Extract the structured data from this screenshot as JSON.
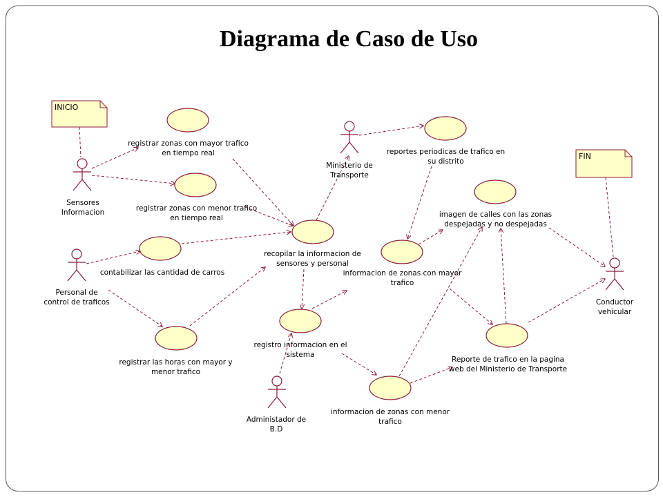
{
  "title": "Diagrama de Caso de Uso",
  "colors": {
    "line": "#8b1a3a",
    "usecase_fill": "#ffffc8",
    "note_fill": "#ffffc8",
    "actor_stroke": "#8b1a3a"
  },
  "notes": {
    "start": "INICIO",
    "end": "FIN"
  },
  "actors": {
    "sensores": [
      "Sensores",
      "Informacion"
    ],
    "personal": [
      "Personal de",
      "control de traficos"
    ],
    "ministerio": [
      "Ministerio de",
      "Transporte"
    ],
    "administrador": [
      "Administador de",
      "B.D"
    ],
    "conductor": [
      "Conductor",
      "vehicular"
    ]
  },
  "usecases": {
    "mayor_tiempo_real": [
      "registrar zonas con mayor trafico",
      "en tiempo real"
    ],
    "menor_tiempo_real": [
      "registrar zonas con menor trafico",
      "en tiempo real"
    ],
    "contabilizar": [
      "contabilizar las cantidad de carros"
    ],
    "registrar_horas": [
      "registrar las horas con mayor y",
      "menor trafico"
    ],
    "recopilar": [
      "recopilar la informacion de",
      "sensores y personal"
    ],
    "registro_sistema": [
      "registro informacion en el",
      "sistema"
    ],
    "reportes_periodicos": [
      "reportes periodicas de trafico en",
      "su distrito"
    ],
    "info_mayor": [
      "informacion de zonas con mayor",
      "trafico"
    ],
    "info_menor": [
      "informacion de zonas con menor",
      "trafico"
    ],
    "imagen_calles": [
      "imagen de calles con las zonas",
      "despejadas y no despejadas"
    ],
    "reporte_web": [
      "Reporte de trafico en la pagina",
      "web del Ministerio de Transporte"
    ]
  }
}
